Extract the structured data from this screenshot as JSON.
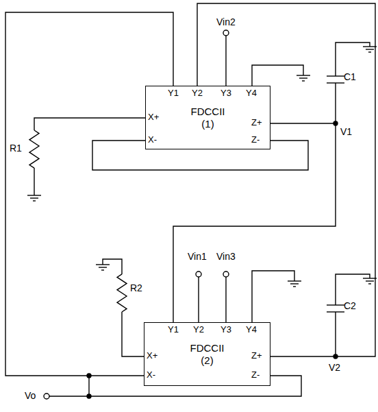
{
  "diagram": {
    "nodes": [
      {
        "text": [
          "FDCCII (1)"
        ]
      },
      {
        "text": [
          "FDCCII (2)"
        ]
      }
    ],
    "edges": [
      {
        "from": 0,
        "to": 1,
        "arrow": "none"
      },
      {
        "from": 1,
        "to": 0,
        "arrow": "none"
      },
      {
        "from": 1,
        "to": 0,
        "arrow": "none"
      }
    ],
    "labels": [
      "Vin2",
      "Y1",
      "Y2",
      "Y3",
      "Y4",
      "X+",
      "X-",
      "Z+",
      "Z-",
      "R1",
      "C1",
      "V1",
      "Vin1",
      "Vin3",
      "R2",
      "Y1",
      "Y2",
      "Y3",
      "Y4",
      "X+",
      "X-",
      "Z+",
      "Z-",
      "C2",
      "V2",
      "Vo"
    ]
  }
}
